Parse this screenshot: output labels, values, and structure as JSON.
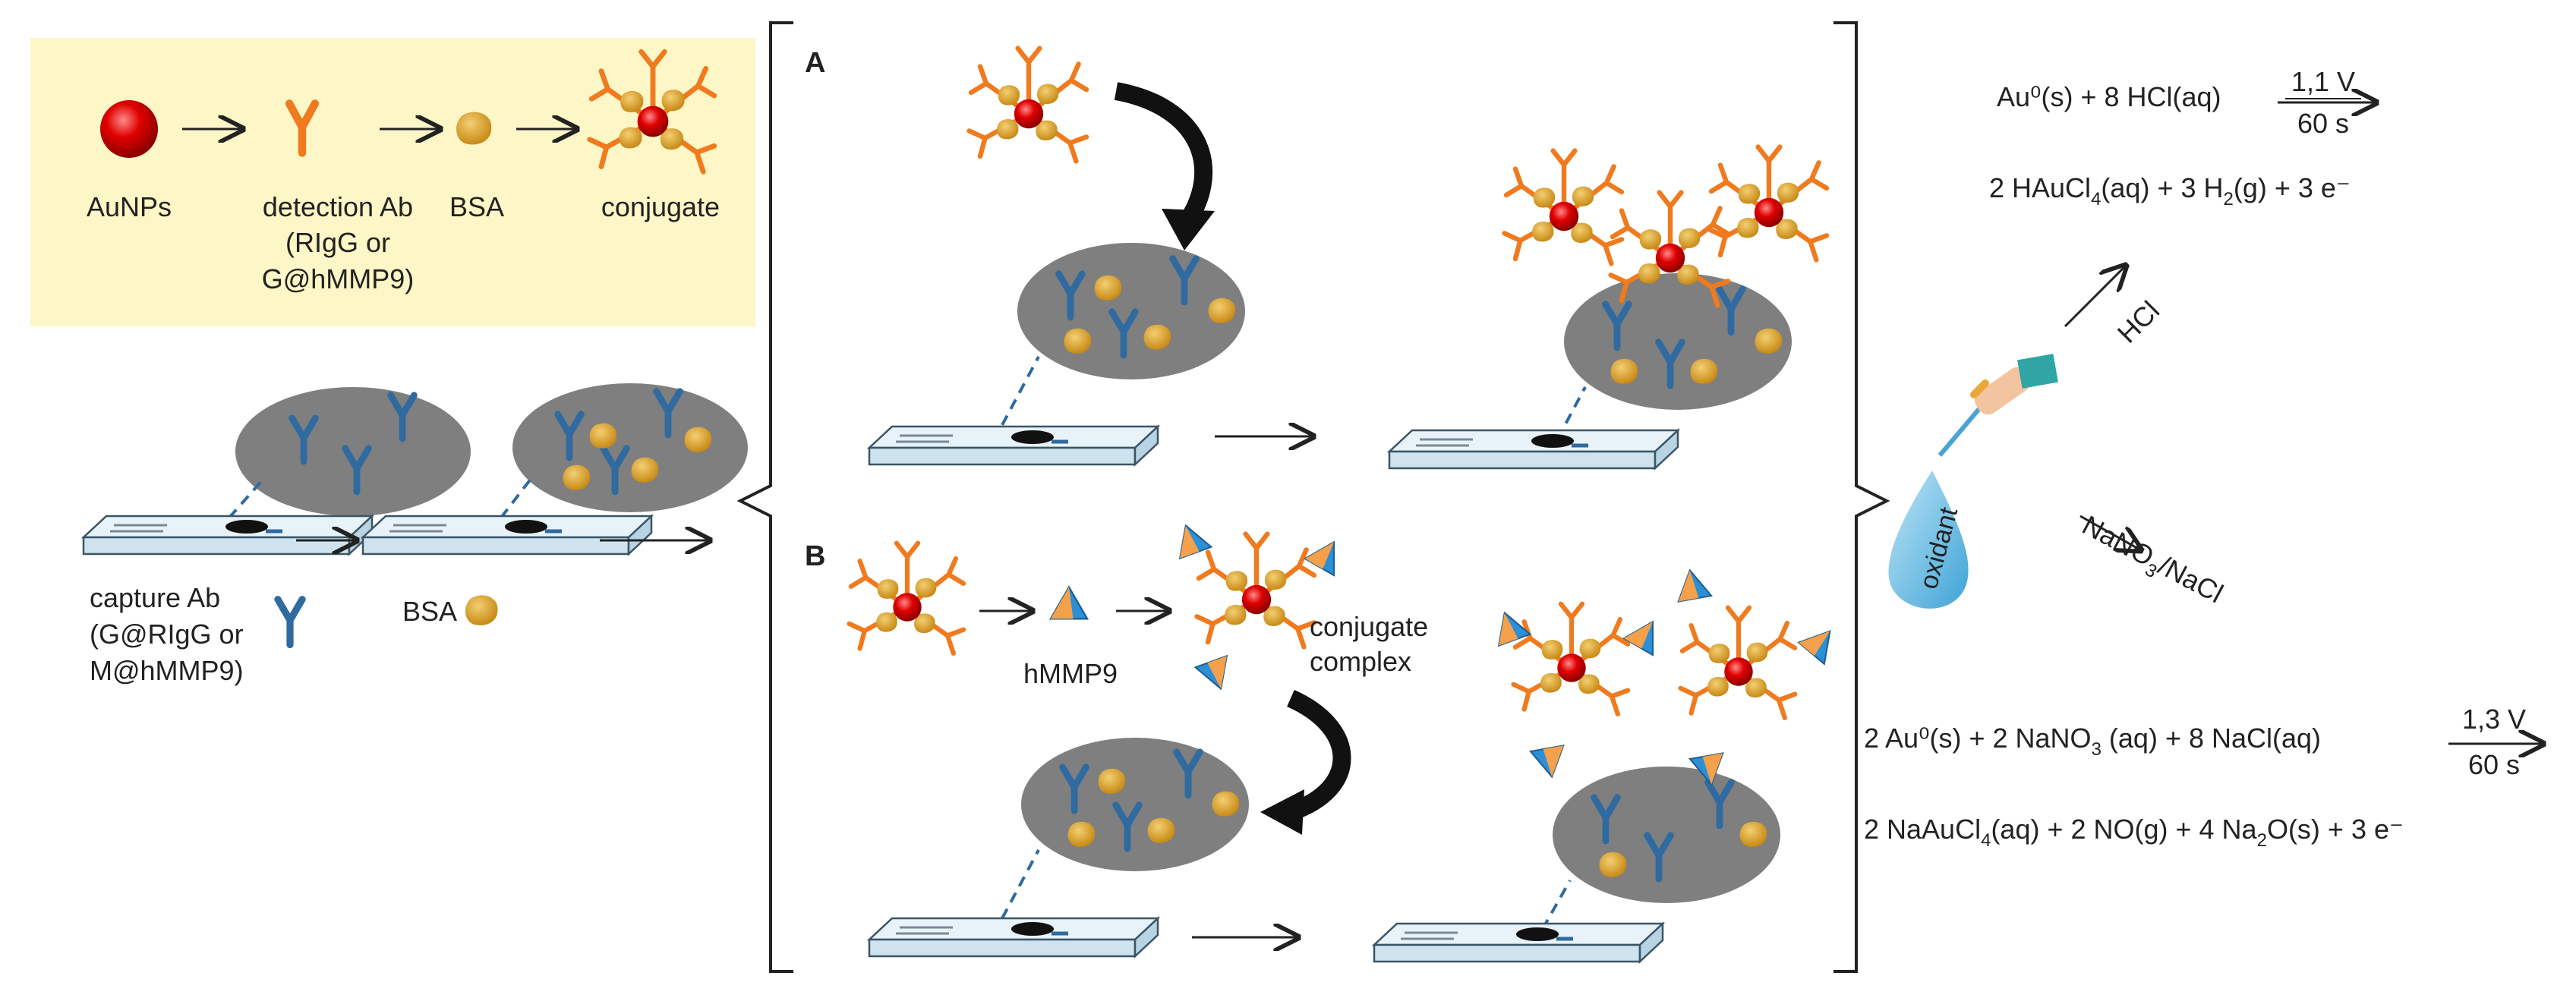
{
  "preparation": {
    "auNPs": "AuNPs",
    "detection_ab": "detection Ab",
    "detection_ab_sub1": "(RIgG or",
    "detection_ab_sub2": "G@hMMP9)",
    "bsa": "BSA",
    "conjugate": "conjugate"
  },
  "capture": {
    "capture_ab": "capture Ab",
    "capture_ab_sub1": "(G@RIgG or",
    "capture_ab_sub2": "M@hMMP9)",
    "bsa": "BSA"
  },
  "panel_a": {
    "label": "A"
  },
  "panel_b": {
    "label": "B",
    "hmmp9": "hMMP9",
    "conjugate": "conjugate",
    "complex": "complex"
  },
  "oxidation": {
    "oxidant": "oxidant",
    "hcl_label": "HCl",
    "nano3_label_a": "NaNO",
    "nano3_sub": "3",
    "nano3_label_b": "/NaCl",
    "eq1_lhs": "Au⁰(s) + 8 HCl(aq)",
    "eq1_arrow_top": "1,1 V",
    "eq1_arrow_bottom": "60 s",
    "eq1_rhs_a": "2 HAuCl",
    "eq1_rhs_sub1": "4",
    "eq1_rhs_b": "(aq) + 3 H",
    "eq1_rhs_sub2": "2",
    "eq1_rhs_c": "(g) + 3 e⁻",
    "eq2_lhs_a": "2 Au⁰(s) + 2 NaNO",
    "eq2_lhs_sub": "3",
    "eq2_lhs_b": " (aq) + 8 NaCl(aq)",
    "eq2_arrow_top": "1,3 V",
    "eq2_arrow_bottom": "60 s",
    "eq2_rhs_a": "2 NaAuCl",
    "eq2_rhs_sub1": "4",
    "eq2_rhs_b": "(aq) + 2 NO(g) + 4 Na",
    "eq2_rhs_sub2": "2",
    "eq2_rhs_c": "O(s) + 3 e⁻"
  },
  "colors": {
    "panel_bg": "#fdf6c6",
    "gold": "#d9a12a",
    "antibody_orange": "#f07a1e",
    "antibody_blue": "#2f6aa0",
    "electrode_gray": "#7f7f7f",
    "strip_fill": "#dcecf5",
    "red": "#e00000",
    "triangle_blue": "#2d8fd6"
  }
}
